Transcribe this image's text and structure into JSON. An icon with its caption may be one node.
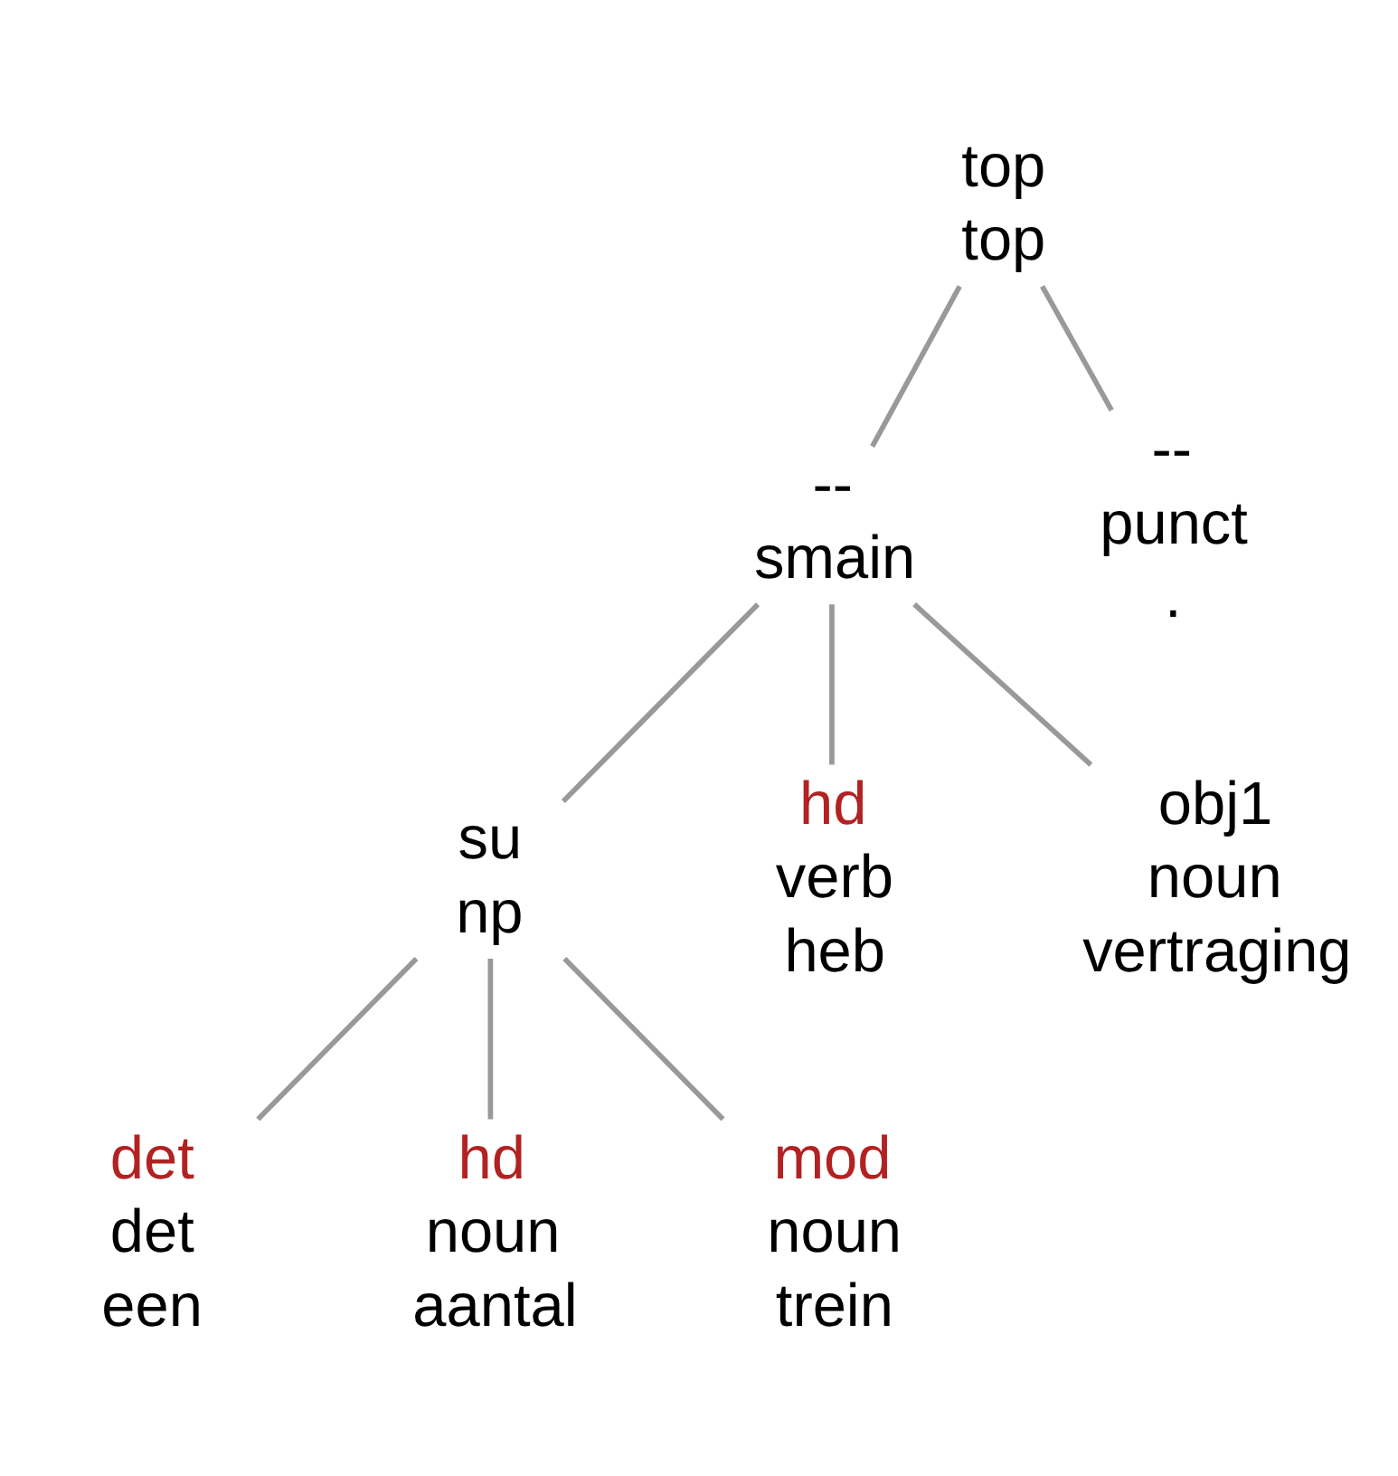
{
  "diagram": {
    "nodes": [
      {
        "text": [
          "top",
          "top"
        ]
      },
      {
        "text": [
          "--",
          "smain"
        ]
      },
      {
        "text": [
          "--",
          "punct",
          "."
        ]
      },
      {
        "text": [
          "su",
          "np"
        ]
      },
      {
        "text": [
          "hd",
          "verb",
          "heb"
        ]
      },
      {
        "text": [
          "obj1",
          "noun",
          "vertraging"
        ]
      },
      {
        "text": [
          "det",
          "det",
          "een"
        ]
      },
      {
        "text": [
          "hd",
          "noun",
          "aantal"
        ]
      },
      {
        "text": [
          "mod",
          "noun",
          "trein"
        ]
      }
    ],
    "edges": [
      {
        "from": 0,
        "to": 1,
        "arrow": "none"
      },
      {
        "from": 0,
        "to": 2,
        "arrow": "none"
      },
      {
        "from": 1,
        "to": 3,
        "arrow": "none"
      },
      {
        "from": 1,
        "to": 4,
        "arrow": "none"
      },
      {
        "from": 1,
        "to": 5,
        "arrow": "none"
      },
      {
        "from": 3,
        "to": 6,
        "arrow": "none"
      },
      {
        "from": 3,
        "to": 7,
        "arrow": "none"
      },
      {
        "from": 3,
        "to": 8,
        "arrow": "none"
      }
    ]
  }
}
